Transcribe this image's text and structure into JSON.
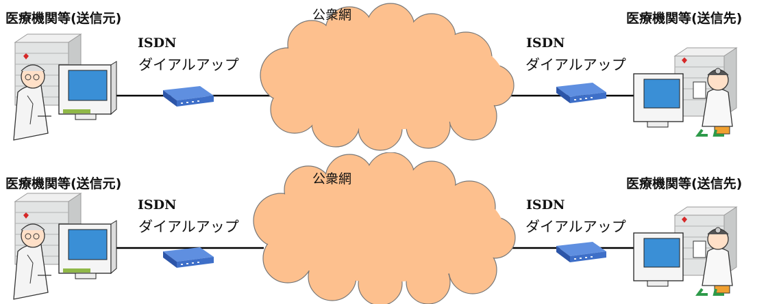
{
  "panels": [
    {
      "sender_label": "医療機関等(送信元)",
      "receiver_label": "医療機関等(送信先)",
      "network_label": "公衆網",
      "left_link": {
        "line1": "ISDN",
        "line2": "ダイアルアップ"
      },
      "right_link": {
        "line1": "ISDN",
        "line2": "ダイアルアップ"
      }
    },
    {
      "sender_label": "医療機関等(送信元)",
      "receiver_label": "医療機関等(送信先)",
      "network_label": "公衆網",
      "left_link": {
        "line1": "ISDN",
        "line2": "ダイアルアップ"
      },
      "right_link": {
        "line1": "ISDN",
        "line2": "ダイアルアップ"
      }
    }
  ],
  "colors": {
    "cloud_fill": "#FDC08E",
    "modem": "#3E6FC8",
    "line": "#000000",
    "building": "#E2E4E4",
    "monitor_screen": "#3A8FD6"
  }
}
